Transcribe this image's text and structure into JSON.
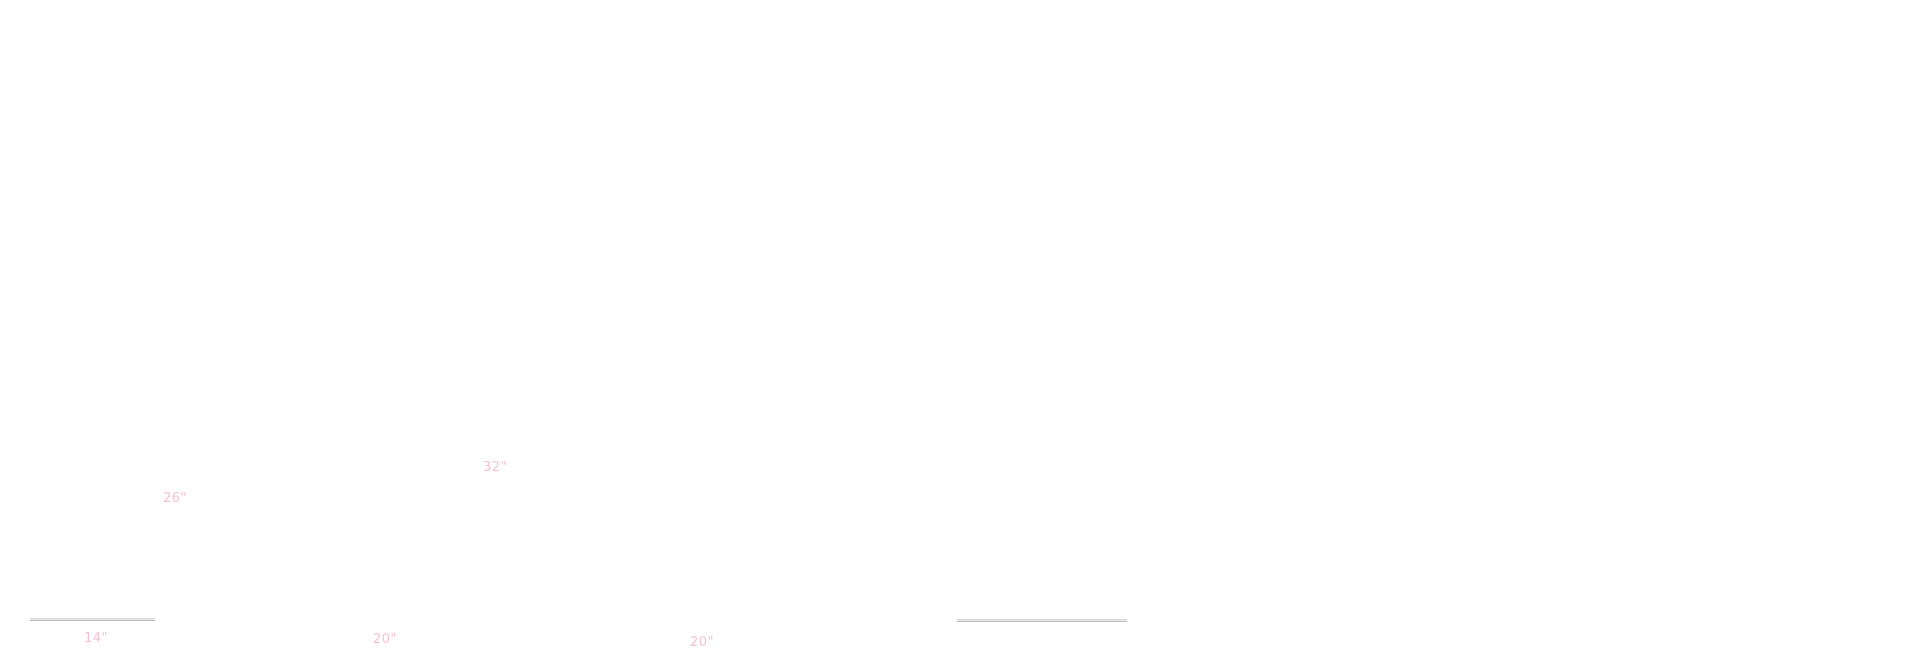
{
  "colors": {
    "label": "#f4c0cf",
    "rule": "#c8c8c8",
    "background": "#ffffff"
  },
  "labels": {
    "size_32": "32\"",
    "size_26": "26\"",
    "size_14": "14\"",
    "size_20_left": "20\"",
    "size_20_right": "20\""
  }
}
